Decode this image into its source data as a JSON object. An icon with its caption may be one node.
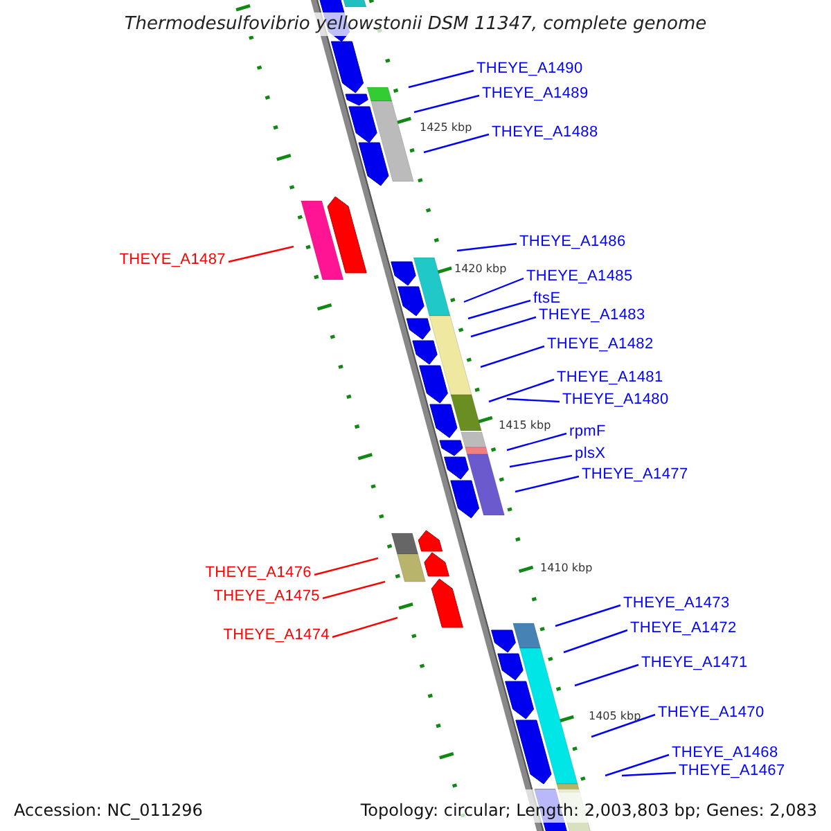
{
  "diagram": {
    "title": "Thermodesulfovibrio yellowstonii DSM 11347, complete genome",
    "nodes": [
      {
        "text": [
          "THEYE_A1490"
        ]
      },
      {
        "text": [
          "THEYE_A1489"
        ]
      },
      {
        "text": [
          "THEYE_A1488"
        ]
      },
      {
        "text": [
          "THEYE_A1487"
        ]
      },
      {
        "text": [
          "THEYE_A1486"
        ]
      },
      {
        "text": [
          "THEYE_A1485"
        ]
      },
      {
        "text": [
          "ftsE"
        ]
      },
      {
        "text": [
          "THEYE_A1483"
        ]
      },
      {
        "text": [
          "THEYE_A1482"
        ]
      },
      {
        "text": [
          "THEYE_A1481"
        ]
      },
      {
        "text": [
          "THEYE_A1480"
        ]
      },
      {
        "text": [
          "rpmF"
        ]
      },
      {
        "text": [
          "plsX"
        ]
      },
      {
        "text": [
          "THEYE_A1477"
        ]
      },
      {
        "text": [
          "THEYE_A1476"
        ]
      },
      {
        "text": [
          "THEYE_A1475"
        ]
      },
      {
        "text": [
          "THEYE_A1474"
        ]
      },
      {
        "text": [
          "THEYE_A1473"
        ]
      },
      {
        "text": [
          "THEYE_A1472"
        ]
      },
      {
        "text": [
          "THEYE_A1471"
        ]
      },
      {
        "text": [
          "THEYE_A1470"
        ]
      },
      {
        "text": [
          "THEYE_A1468"
        ]
      },
      {
        "text": [
          "THEYE_A1467"
        ]
      }
    ],
    "edges": [
      {
        "from": 0,
        "to": null,
        "arrow": "none"
      },
      {
        "from": 1,
        "to": null,
        "arrow": "none"
      },
      {
        "from": 2,
        "to": null,
        "arrow": "none"
      },
      {
        "from": 3,
        "to": null,
        "arrow": "none",
        "color": "#ff0000"
      },
      {
        "from": 4,
        "to": null,
        "arrow": "none"
      },
      {
        "from": 5,
        "to": null,
        "arrow": "none"
      },
      {
        "from": 6,
        "to": null,
        "arrow": "none"
      },
      {
        "from": 7,
        "to": null,
        "arrow": "none"
      },
      {
        "from": 8,
        "to": null,
        "arrow": "none"
      },
      {
        "from": 9,
        "to": null,
        "arrow": "none"
      },
      {
        "from": 10,
        "to": null,
        "arrow": "none"
      },
      {
        "from": 11,
        "to": null,
        "arrow": "none"
      },
      {
        "from": 12,
        "to": null,
        "arrow": "none"
      },
      {
        "from": 13,
        "to": null,
        "arrow": "none"
      },
      {
        "from": 14,
        "to": null,
        "arrow": "none",
        "color": "#ff0000"
      },
      {
        "from": 15,
        "to": null,
        "arrow": "none",
        "color": "#ff0000"
      },
      {
        "from": 16,
        "to": null,
        "arrow": "none",
        "color": "#ff0000"
      },
      {
        "from": 17,
        "to": null,
        "arrow": "none"
      },
      {
        "from": 18,
        "to": null,
        "arrow": "none"
      },
      {
        "from": 19,
        "to": null,
        "arrow": "none"
      },
      {
        "from": 20,
        "to": null,
        "arrow": "none"
      },
      {
        "from": 21,
        "to": null,
        "arrow": "none"
      },
      {
        "from": 22,
        "to": null,
        "arrow": "none"
      }
    ],
    "labels": [
      "1425 kbp",
      "1420 kbp",
      "1415 kbp",
      "1410 kbp",
      "1405 kbp",
      "Accession: NC_011296",
      "Topology: circular; Length: 2,003,803 bp; Genes: 2,083"
    ]
  }
}
